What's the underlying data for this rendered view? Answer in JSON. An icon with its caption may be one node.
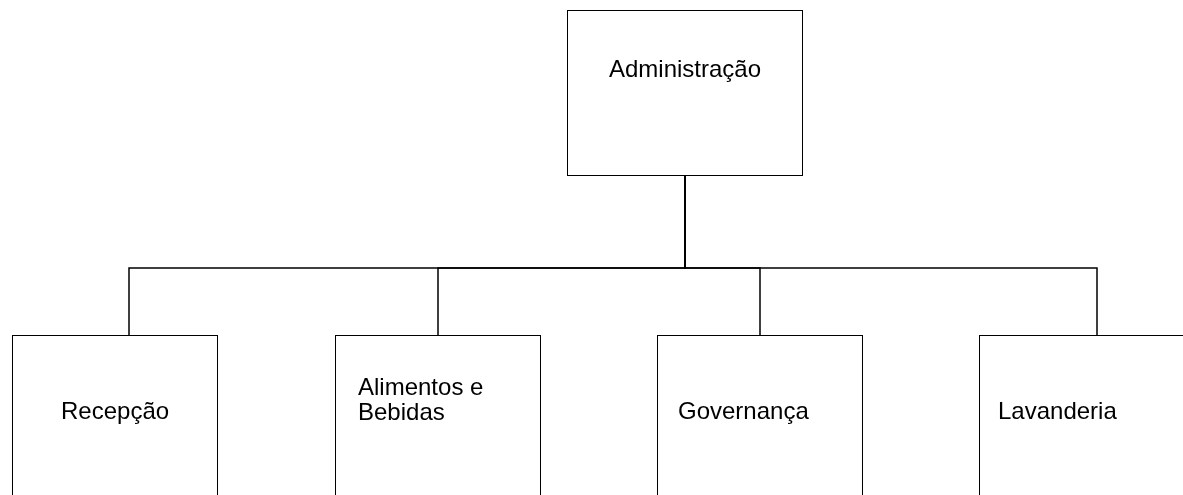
{
  "diagram": {
    "nodes": [
      {
        "text": [
          "Administração"
        ]
      },
      {
        "text": [
          "Recepção"
        ]
      },
      {
        "text": [
          "Alimentos e Bebidas"
        ]
      },
      {
        "text": [
          "Governança"
        ]
      },
      {
        "text": [
          "Lavanderia"
        ]
      }
    ],
    "edges": [
      {
        "from": 0,
        "to": 1,
        "arrow": "none"
      },
      {
        "from": 0,
        "to": 2,
        "arrow": "none"
      },
      {
        "from": 0,
        "to": 3,
        "arrow": "none"
      },
      {
        "from": 0,
        "to": 4,
        "arrow": "none"
      }
    ]
  }
}
